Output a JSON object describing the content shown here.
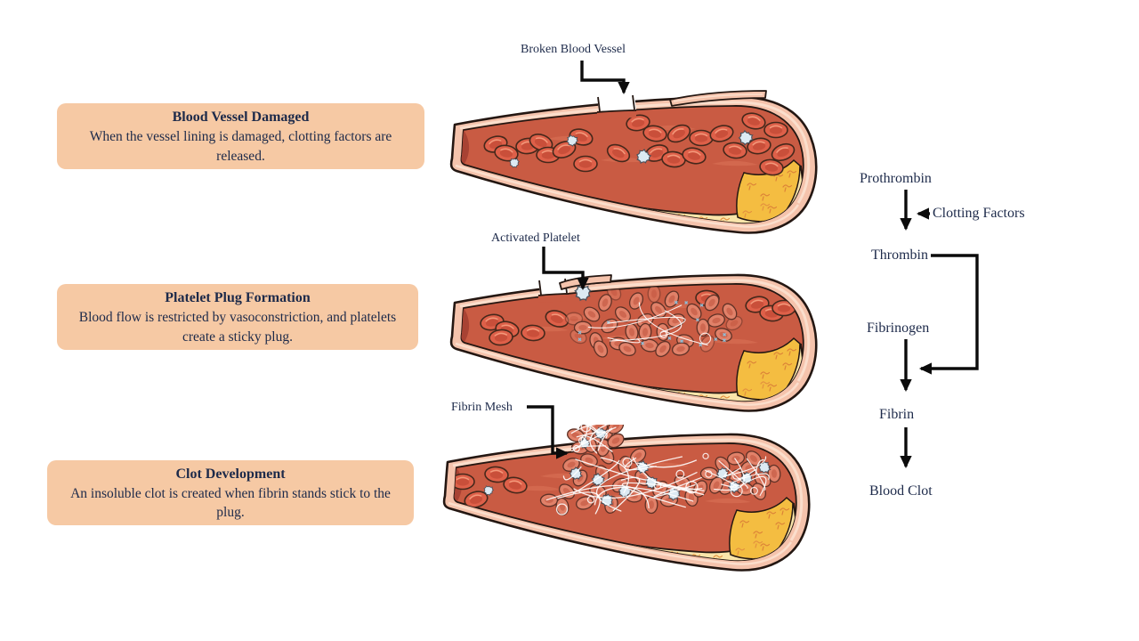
{
  "stages": [
    {
      "title": "Blood Vessel Damaged",
      "description": "When the vessel lining is damaged, clotting factors are released.",
      "callout": "Broken Blood Vessel"
    },
    {
      "title": "Platelet Plug Formation",
      "description": "Blood flow is restricted by vasoconstriction, and platelets create a sticky plug.",
      "callout": "Activated Platelet"
    },
    {
      "title": "Clot Development",
      "description": "An insoluble clot is created when fibrin stands stick to the plug.",
      "callout": "Fibrin Mesh"
    }
  ],
  "flowchart": {
    "node_prothrombin": "Prothrombin",
    "node_thrombin": "Thrombin",
    "node_fibrinogen": "Fibrinogen",
    "node_fibrin": "Fibrin",
    "node_blood_clot": "Blood Clot",
    "side_label": "Clotting Factors"
  },
  "colors": {
    "card_bg": "#f6c9a4",
    "ink": "#1d2a4a",
    "arrow": "#0b0b0b",
    "vessel_wall": "#f5c3ac",
    "vessel_wall_highlight": "#fbdfcd",
    "vessel_lumen": "#c95b43",
    "fat_pale": "#fae5aa",
    "fat_gold": "#f4bd41",
    "red_blood_cell": "#de6049",
    "plug_cell": "#e18169",
    "platelet": "#dceaf3",
    "fibrin_thread": "#ffffff"
  }
}
